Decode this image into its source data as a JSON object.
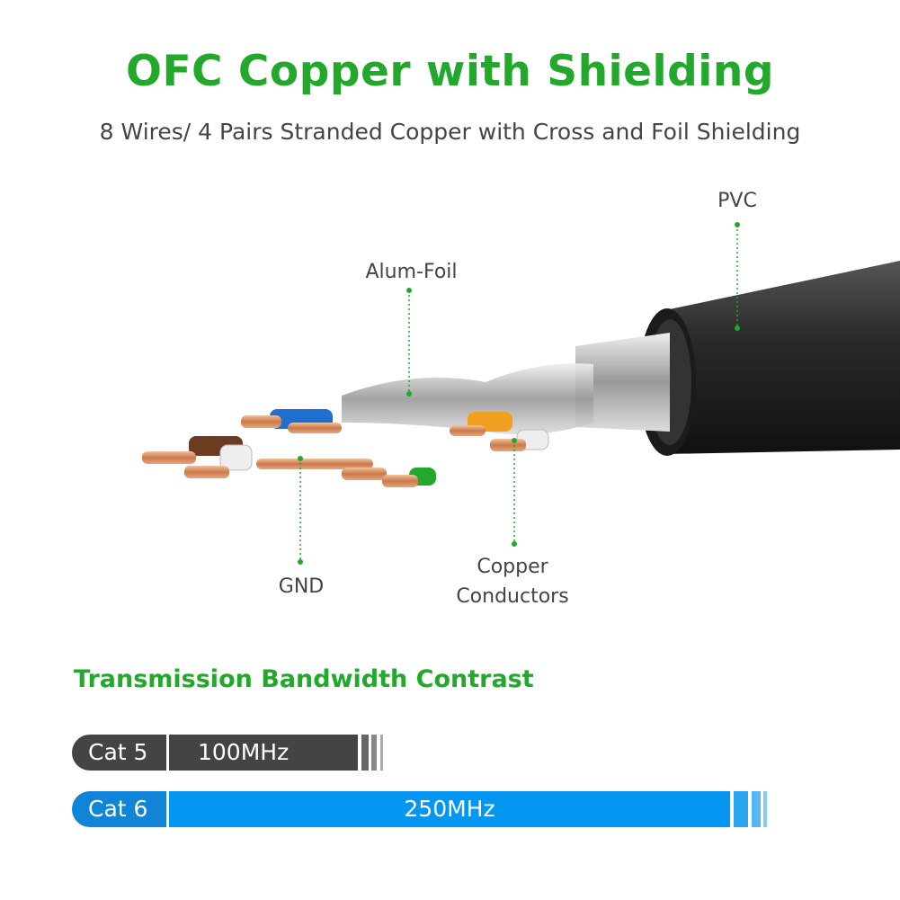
{
  "header": {
    "title": "OFC Copper with Shielding",
    "subtitle": "8 Wires/ 4 Pairs Stranded Copper with Cross and Foil Shielding"
  },
  "diagram": {
    "labels": {
      "pvc": "PVC",
      "alum_foil": "Alum-Foil",
      "gnd": "GND",
      "copper_line1": "Copper",
      "copper_line2": "Conductors"
    }
  },
  "bandwidth": {
    "title": "Transmission Bandwidth Contrast",
    "rows": [
      {
        "name": "Cat 5",
        "value": "100MHz",
        "mhz": 100,
        "color": "#444444"
      },
      {
        "name": "Cat 6",
        "value": "250MHz",
        "mhz": 250,
        "color": "#0496f0"
      }
    ]
  },
  "colors": {
    "accent": "#22a82a",
    "label_line": "#22a82a"
  }
}
